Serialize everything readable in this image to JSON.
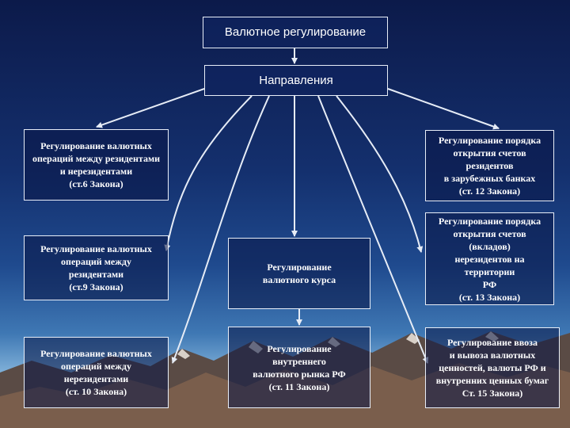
{
  "diagram": {
    "title": "Валютное регулирование",
    "subtitle": "Направления",
    "boxes": [
      {
        "id": "left1",
        "text": "Регулирование валютных\nопераций между резидентами\nи нерезидентами\n(ст.6 Закона)"
      },
      {
        "id": "left2",
        "text": "Регулирование валютных\nопераций между\nрезидентами\n(ст.9 Закона)"
      },
      {
        "id": "left3",
        "text": "Регулирование валютных\nопераций между\nнерезидентами\n(ст. 10 Закона)"
      },
      {
        "id": "center1",
        "text": "Регулирование\nвалютного курса"
      },
      {
        "id": "center2",
        "text": "Регулирование\nвнутреннего\nвалютного рынка РФ\n(ст. 11 Закона)"
      },
      {
        "id": "right1",
        "text": "Регулирование порядка\nоткрытия счетов\nрезидентов\nв зарубежных банках\n(ст. 12 Закона)"
      },
      {
        "id": "right2",
        "text": "Регулирование порядка\nоткрытия счетов\n(вкладов)\nнерезидентов на\nтерритории\nРФ\n(ст. 13 Закона)"
      },
      {
        "id": "right3",
        "text": "Регулирование ввоза\nи вывоза валютных\nценностей, валюты РФ и\nвнутренних ценных бумаг\nСт. 15 Закона)"
      }
    ]
  },
  "colors": {
    "arrow": "#e6ecf6",
    "box_border": "#e8eef8",
    "text": "#ffffff"
  }
}
